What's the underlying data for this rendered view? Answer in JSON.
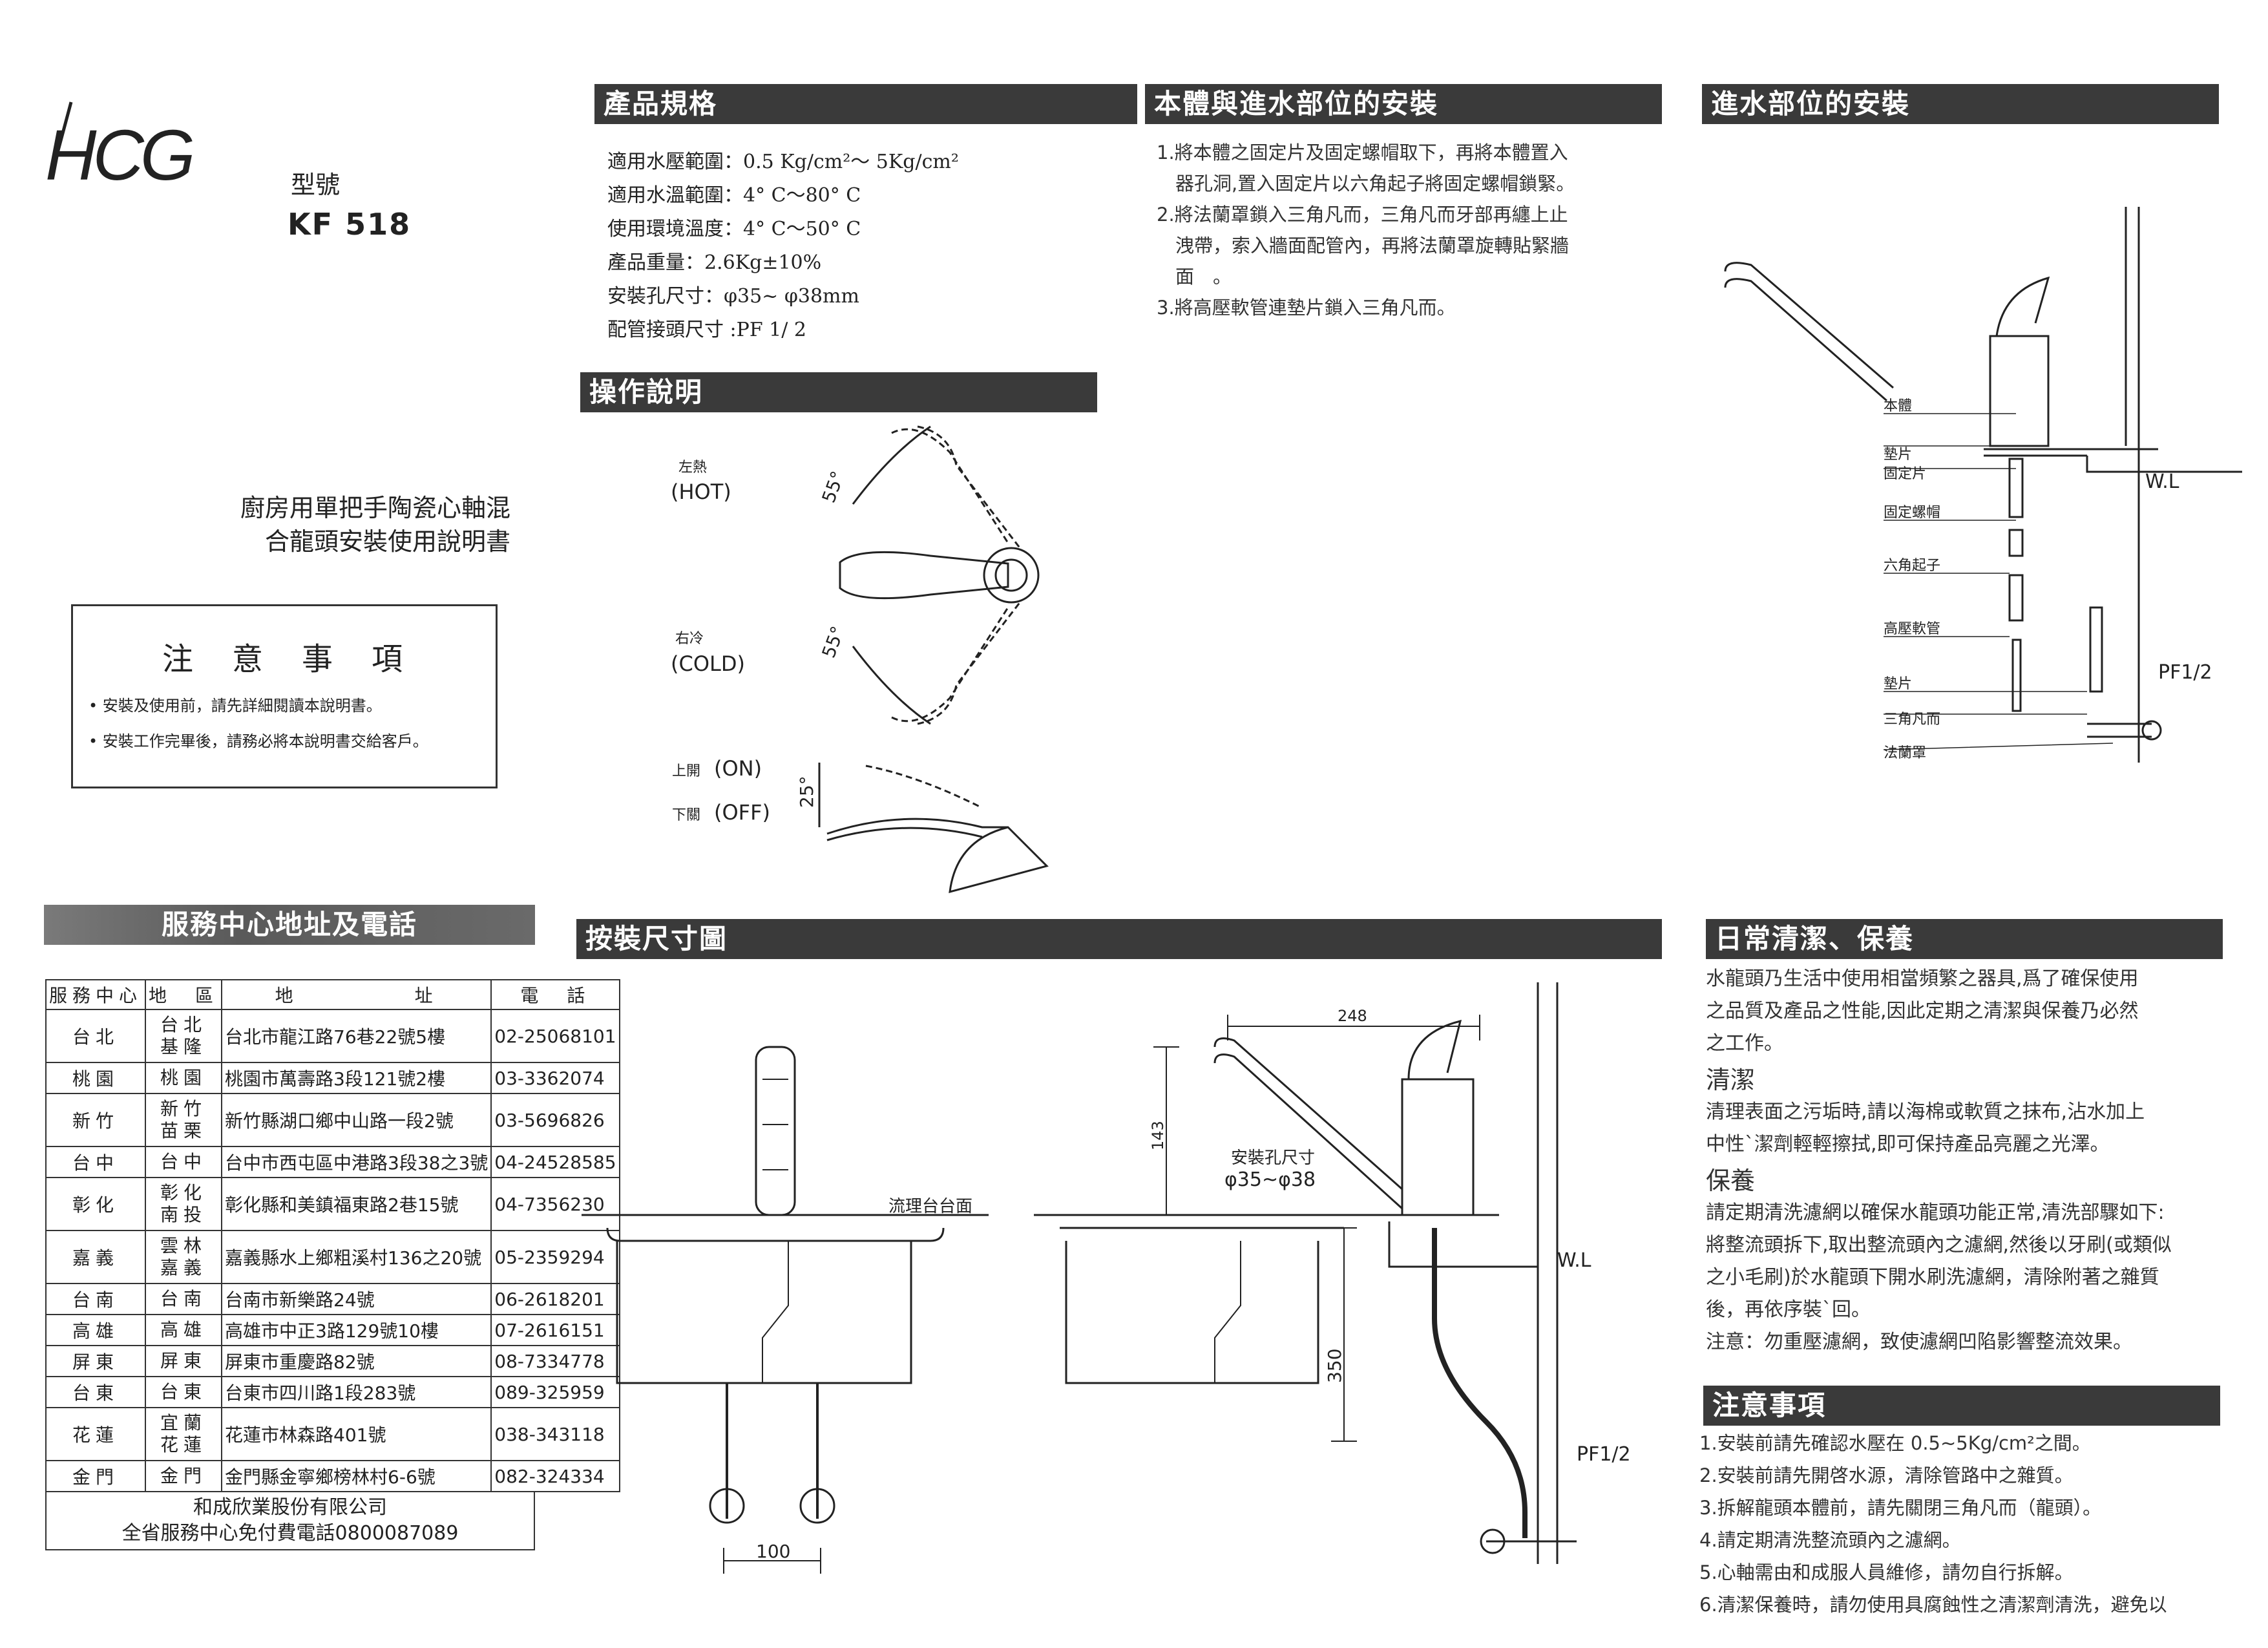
{
  "brand": {
    "logo": "HCG",
    "model_label": "型號",
    "model": "KF 518"
  },
  "title_lines": [
    "廚房用單把手陶瓷心軸混",
    "合龍頭安裝使用說明書"
  ],
  "notice_box": {
    "title": "注　意　事　項",
    "items": [
      "• 安裝及使用前，請先詳細閱讀本說明書。",
      "• 安裝工作完畢後，請務必將本說明書交給客戶。"
    ]
  },
  "specs": {
    "header": "產品規格",
    "rows": [
      "適用水壓範圍：0.5 Kg/cm²～ 5Kg/cm²",
      "適用水溫範圍：4° C～80° C",
      "使用環境溫度：4° C～50° C",
      "產品重量：2.6Kg±10%",
      "安裝孔尺寸：φ35~ φ38mm",
      "配管接頭尺寸 :PF 1/ 2"
    ]
  },
  "operation": {
    "header": "操作說明",
    "hot_cn": "左熱",
    "hot": "(HOT)",
    "cold_cn": "右冷",
    "cold": "(COLD)",
    "angle1": "55°",
    "angle2": "55°",
    "on_cn": "上開",
    "on": "(ON)",
    "off_cn": "下關",
    "off": "(OFF)",
    "angle3": "25°"
  },
  "body_install": {
    "header": "本體與進水部位的安裝",
    "steps": [
      "1.將本體之固定片及固定螺帽取下，再將本體置入",
      "　器孔洞,置入固定片以六角起子將固定螺帽鎖緊。",
      "2.將法蘭罩鎖入三角凡而，三角凡而牙部再纏上止",
      "　洩帶，索入牆面配管內，再將法蘭罩旋轉貼緊牆",
      "　面　。",
      "3.將高壓軟管連墊片鎖入三角凡而。"
    ]
  },
  "inlet_install": {
    "header": "進水部位的安裝",
    "labels": [
      "本體",
      "墊片",
      "固定片",
      "固定螺帽",
      "六角起子",
      "高壓軟管",
      "墊片",
      "三角凡而",
      "法蘭罩"
    ],
    "wl": "W.L",
    "pf": "PF1/2"
  },
  "service": {
    "header": "服務中心地址及電話",
    "columns": [
      "服務中心",
      "地　區",
      "地　　　　　址",
      "電　話"
    ],
    "rows": [
      {
        "center": "台北",
        "area": "台北\n基隆",
        "address": "台北市龍江路76巷22號5樓",
        "phone": "02-25068101"
      },
      {
        "center": "桃園",
        "area": "桃園",
        "address": "桃園市萬壽路3段121號2樓",
        "phone": "03-3362074"
      },
      {
        "center": "新竹",
        "area": "新竹\n苗栗",
        "address": "新竹縣湖口鄉中山路一段2號",
        "phone": "03-5696826"
      },
      {
        "center": "台中",
        "area": "台中",
        "address": "台中市西屯區中港路3段38之3號",
        "phone": "04-24528585"
      },
      {
        "center": "彰化",
        "area": "彰化\n南投",
        "address": "彰化縣和美鎮福東路2巷15號",
        "phone": "04-7356230"
      },
      {
        "center": "嘉義",
        "area": "雲林\n嘉義",
        "address": "嘉義縣水上鄉粗溪村136之20號",
        "phone": "05-2359294"
      },
      {
        "center": "台南",
        "area": "台南",
        "address": "台南市新樂路24號",
        "phone": "06-2618201"
      },
      {
        "center": "高雄",
        "area": "高雄",
        "address": "高雄市中正3路129號10樓",
        "phone": "07-2616151"
      },
      {
        "center": "屏東",
        "area": "屏東",
        "address": "屏東市重慶路82號",
        "phone": "08-7334778"
      },
      {
        "center": "台東",
        "area": "台東",
        "address": "台東市四川路1段283號",
        "phone": "089-325959"
      },
      {
        "center": "花蓮",
        "area": "宜蘭\n花蓮",
        "address": "花蓮市林森路401號",
        "phone": "038-343118"
      },
      {
        "center": "金門",
        "area": "金門",
        "address": "金門縣金寧鄉榜林村6-6號",
        "phone": "082-324334"
      }
    ],
    "footer1": "和成欣業股份有限公司",
    "footer2": "全省服務中心免付費電話0800087089"
  },
  "dimensions": {
    "header": "按裝尺寸圖",
    "counter": "流理台台面",
    "hole": "安裝孔尺寸",
    "hole_size": "φ35~φ38",
    "d248": "248",
    "d143": "143",
    "d350": "350",
    "d100": "100",
    "wl": "W.L",
    "pf": "PF1/2"
  },
  "care": {
    "header": "日常清潔、保養",
    "intro": [
      "水龍頭乃生活中使用相當頻繁之器具,爲了確保使用",
      "之品質及產品之性能,因此定期之清潔與保養乃必然",
      "之工作。"
    ],
    "clean_title": "清潔",
    "clean": [
      "清理表面之污垢時,請以海棉或軟質之抹布,沾水加上",
      "中性`潔劑輕輕擦拭,即可保持產品亮麗之光澤。"
    ],
    "maint_title": "保養",
    "maint": [
      "請定期清洗濾網以確保水龍頭功能正常,清洗部驟如下:",
      "將整流頭拆下,取出整流頭內之濾網,然後以牙刷(或類似",
      "之小毛刷)於水龍頭下開水刷洗濾網，清除附著之雜質",
      "後，再依序裝`回。",
      "注意：勿重壓濾網，致使濾網凹陷影響整流效果。"
    ]
  },
  "notes": {
    "header": "注意事項",
    "items": [
      "1.安裝前請先確認水壓在 0.5~5Kg/cm²之間。",
      "2.安裝前請先開啓水源，清除管路中之雜質。",
      "3.拆解龍頭本體前，請先關閉三角凡而（龍頭）。",
      "4.請定期清洗整流頭內之濾網。",
      "5.心軸需由和成服人員維修，請勿自行拆解。",
      "6.清潔保養時，請勿使用具腐蝕性之清潔劑清洗，避免以"
    ]
  }
}
